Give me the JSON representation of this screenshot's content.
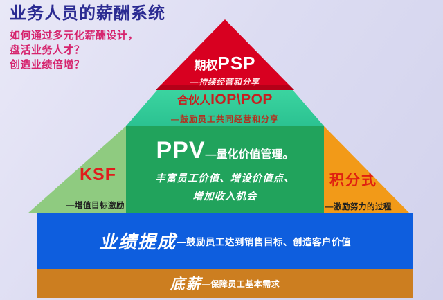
{
  "header": {
    "title": "业务人员的薪酬系统",
    "subtitle_lines": [
      "如何通过多元化薪酬设计，",
      "盘活业务人才？",
      "创造业绩倍增？"
    ]
  },
  "pyramid": {
    "psp": {
      "prefix": "期权",
      "acronym": "PSP",
      "desc": "—持续经营和分享"
    },
    "iop": {
      "prefix": "合伙人",
      "acronym": "IOP\\POP",
      "desc": "—鼓励员工共同经营和分享"
    },
    "ppv": {
      "acronym": "PPV",
      "suffix": "—量化价值管理。",
      "lines": [
        "丰富员工价值、增设价值点、",
        "增加收入机会"
      ]
    },
    "ksf": {
      "acronym": "KSF",
      "desc": "—增值目标激励"
    },
    "points": {
      "label": "积分式",
      "desc": "—激励努力的过程"
    },
    "commission": {
      "label": "业绩提成",
      "desc": "—鼓励员工达到销售目标、创造客户价值"
    },
    "base": {
      "label": "底薪",
      "desc": "—保障员工基本需求"
    }
  },
  "colors": {
    "background": "#dcdcf2",
    "title_text": "#2b2b92",
    "subtitle_text": "#d6246e",
    "tier_psp": "#d80020",
    "tier_iop": "#2bc291",
    "tier_ppv": "#21a35c",
    "tier_ksf": "#8fcb80",
    "tier_points": "#f29a18",
    "tier_commission": "#0e5ede",
    "tier_base": "#cc7e20",
    "red_accent_text": "#e01c1c"
  }
}
